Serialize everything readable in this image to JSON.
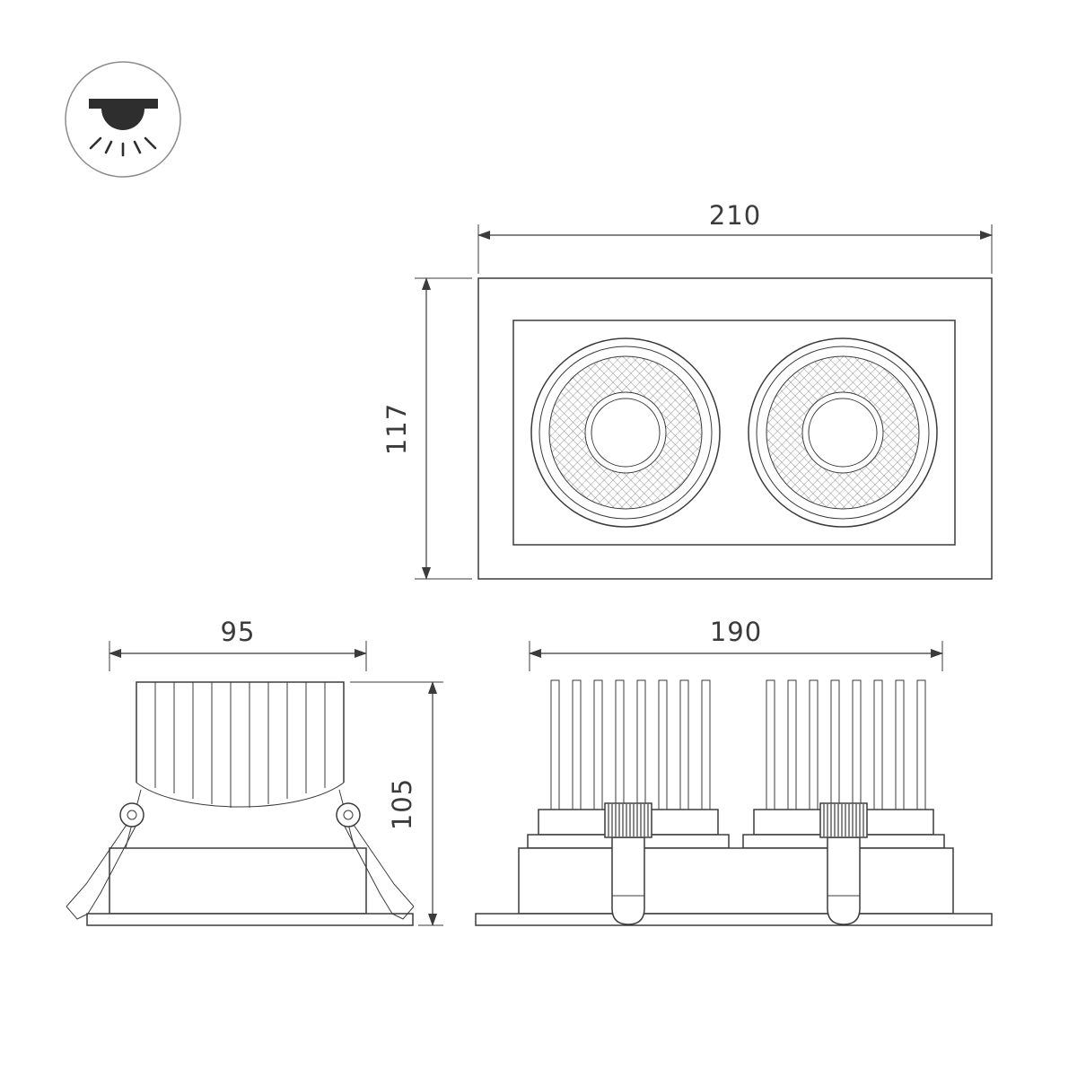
{
  "colors": {
    "line": "#3b3b3b",
    "background": "#ffffff"
  },
  "icons": {
    "downlight": "recessed-downlight-icon"
  },
  "dims": {
    "front_width": "210",
    "front_height": "117",
    "side_width": "95",
    "side_height": "105",
    "rear_width": "190"
  }
}
